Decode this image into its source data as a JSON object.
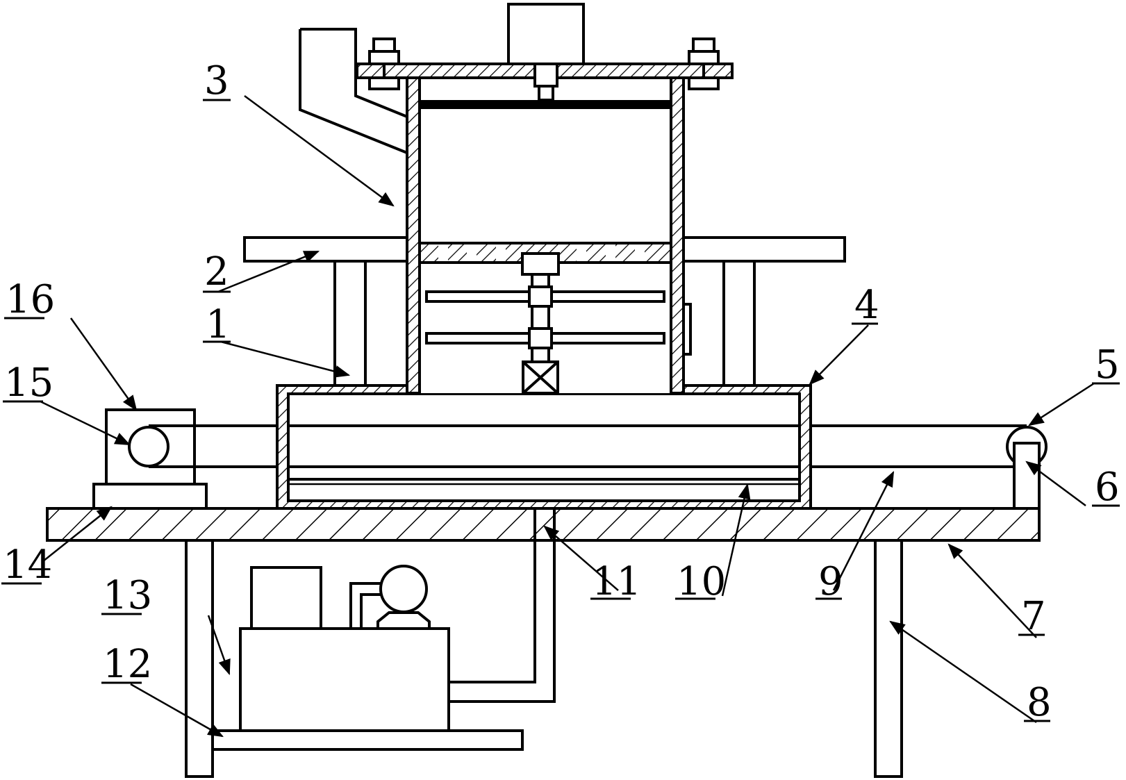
{
  "labels": {
    "l1": "1",
    "l2": "2",
    "l3": "3",
    "l4": "4",
    "l5": "5",
    "l6": "6",
    "l7": "7",
    "l8": "8",
    "l9": "9",
    "l10": "10",
    "l11": "11",
    "l12": "12",
    "l13": "13",
    "l14": "14",
    "l15": "15",
    "l16": "16"
  }
}
